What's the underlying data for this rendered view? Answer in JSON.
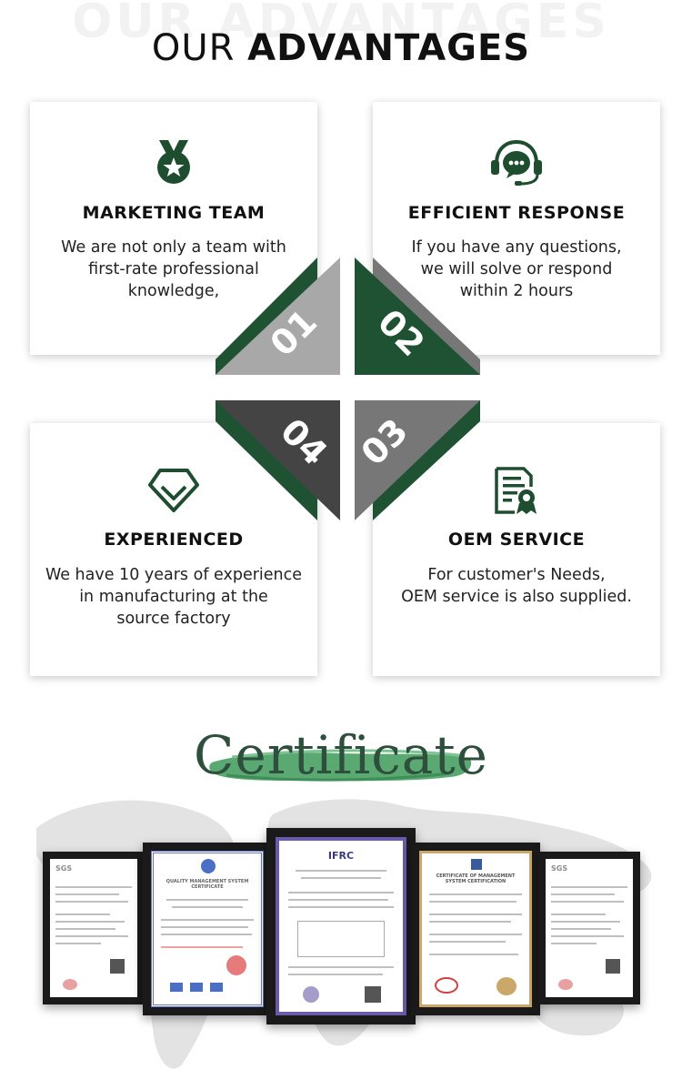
{
  "header": {
    "ghost_title": "OUR ADVANTAGES",
    "title_light": "OUR ",
    "title_bold": "ADVANTAGES"
  },
  "cards": [
    {
      "number": "01",
      "icon": "medal-icon",
      "title": "MARKETING TEAM",
      "lines": [
        "We are not only a team with",
        "first-rate professional",
        "knowledge,"
      ]
    },
    {
      "number": "02",
      "icon": "headset-chat-icon",
      "title": "EFFICIENT RESPONSE",
      "lines": [
        "If you have any questions,",
        "we will solve or respond",
        "within 2 hours"
      ]
    },
    {
      "number": "03",
      "icon": "certificate-document-icon",
      "title": "OEM SERVICE",
      "lines": [
        "For customer's Needs,",
        "OEM service is also supplied."
      ]
    },
    {
      "number": "04",
      "icon": "gem-shield-icon",
      "title": "EXPERIENCED",
      "lines": [
        "We have 10 years of experience",
        "in manufacturing at the",
        "source factory"
      ]
    }
  ],
  "certificate": {
    "title": "Certificate",
    "docs": [
      {
        "label": "SGS"
      },
      {
        "label": "QUALITY MANAGEMENT SYSTEM CERTIFICATE"
      },
      {
        "label": "IFRC"
      },
      {
        "label": "CERTIFICATE OF MANAGEMENT SYSTEM CERTIFICATION"
      },
      {
        "label": "SGS"
      }
    ]
  },
  "colors": {
    "brand_green": "#1f5233",
    "icon_green": "#1e4d2f",
    "gray_light": "#a8a8a8",
    "gray_mid": "#777777",
    "gray_dark": "#444444",
    "brush_green": "#5aa872",
    "cert_title": "#2f4f3d"
  }
}
